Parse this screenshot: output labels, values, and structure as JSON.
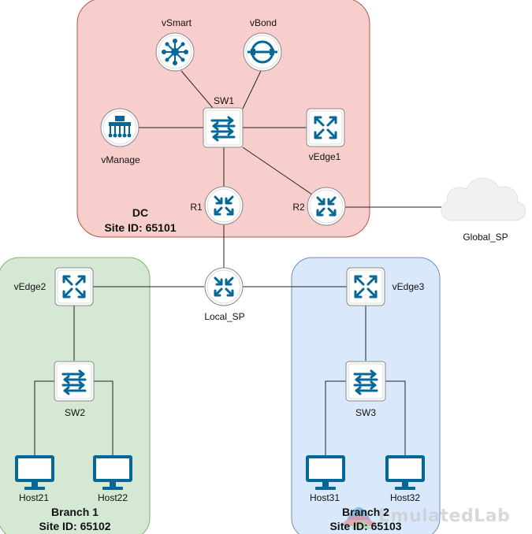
{
  "regions": {
    "dc": {
      "title": "DC",
      "site": "Site ID: 65101",
      "fill": "#f8cecc",
      "stroke": "#b85450"
    },
    "branch1": {
      "title": "Branch 1",
      "site": "Site ID: 65102",
      "fill": "#d5e8d4",
      "stroke": "#82b366"
    },
    "branch2": {
      "title": "Branch 2",
      "site": "Site ID: 65103",
      "fill": "#dae8fc",
      "stroke": "#6c8ebf"
    }
  },
  "nodes": {
    "vsmart": {
      "label": "vSmart",
      "icon": "vsmart-icon"
    },
    "vbond": {
      "label": "vBond",
      "icon": "vbond-icon"
    },
    "vmanage": {
      "label": "vManage",
      "icon": "vmanage-icon"
    },
    "sw1": {
      "label": "SW1",
      "icon": "switch-icon"
    },
    "vedge1": {
      "label": "vEdge1",
      "icon": "vedge-router-icon"
    },
    "r1": {
      "label": "R1",
      "icon": "router-icon"
    },
    "r2": {
      "label": "R2",
      "icon": "router-icon"
    },
    "global_sp": {
      "label": "Global_SP",
      "icon": "cloud-icon"
    },
    "local_sp": {
      "label": "Local_SP",
      "icon": "router-icon"
    },
    "vedge2": {
      "label": "vEdge2",
      "icon": "vedge-router-icon"
    },
    "vedge3": {
      "label": "vEdge3",
      "icon": "vedge-router-icon"
    },
    "sw2": {
      "label": "SW2",
      "icon": "switch-icon"
    },
    "sw3": {
      "label": "SW3",
      "icon": "switch-icon"
    },
    "host21": {
      "label": "Host21",
      "icon": "monitor-icon"
    },
    "host22": {
      "label": "Host22",
      "icon": "monitor-icon"
    },
    "host31": {
      "label": "Host31",
      "icon": "monitor-icon"
    },
    "host32": {
      "label": "Host32",
      "icon": "monitor-icon"
    }
  },
  "watermark": {
    "text": "EmulatedLab"
  },
  "colors": {
    "device_blue": "#036897",
    "line": "#222222",
    "cloud": "#f1f1f1"
  }
}
